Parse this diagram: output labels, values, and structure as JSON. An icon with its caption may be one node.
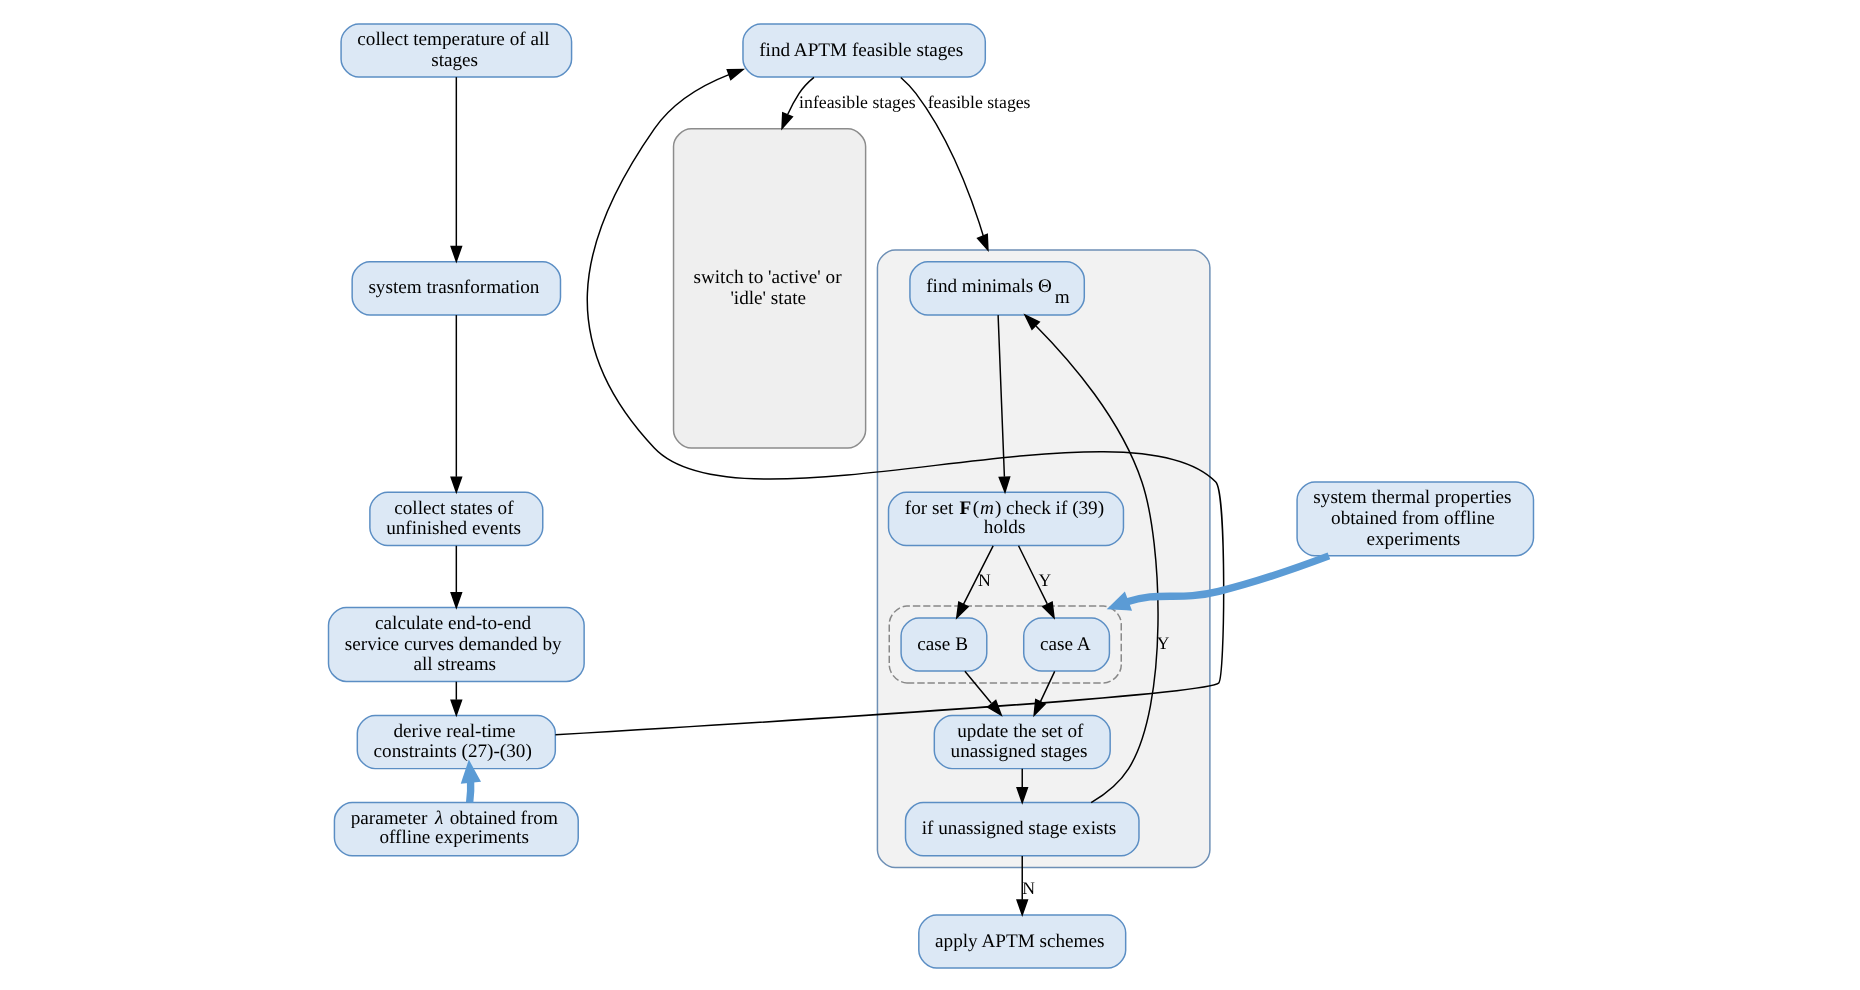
{
  "diagram": {
    "nodes": [
      {
        "text": [
          "collect temperature of all stages"
        ]
      },
      {
        "text": [
          "system trasnformation"
        ]
      },
      {
        "text": [
          "collect states of unfinished events"
        ]
      },
      {
        "text": [
          "calculate end-to-end service curves demanded by all streams"
        ]
      },
      {
        "text": [
          "derive real-time constraints (27)-(30)"
        ]
      },
      {
        "text": [
          "parameter *λ* obtained from offline experiments"
        ]
      },
      {
        "text": [
          "find APTM feasible stages"
        ]
      },
      {
        "text": [
          "switch to 'active' or 'idle' state"
        ]
      },
      {
        "text": [],
        "shape": "box"
      },
      {
        "text": [
          "find minimals Θ$_{m}$"
        ],
        "in": 8
      },
      {
        "text": [
          "for set **F**(*m*) check if (39) holds"
        ],
        "in": 8
      },
      {
        "text": [],
        "shape": "box",
        "in": 8
      },
      {
        "text": [
          "case A"
        ],
        "in": 11
      },
      {
        "text": [
          "case B"
        ],
        "in": 11
      },
      {
        "text": [
          "update the set of unassigned stages"
        ],
        "in": 8
      },
      {
        "text": [
          "if unassigned stage exists"
        ],
        "in": 8
      },
      {
        "text": [
          "system thermal properties obtained from offline experiments"
        ]
      },
      {
        "text": [
          "apply APTM schemes"
        ]
      }
    ],
    "edges": [
      {
        "from": 0,
        "to": 1,
        "arrow": "to"
      },
      {
        "from": 1,
        "to": 2,
        "arrow": "to"
      },
      {
        "from": 2,
        "to": 3,
        "arrow": "to"
      },
      {
        "from": 3,
        "to": 4,
        "arrow": "to"
      },
      {
        "from": 5,
        "to": 4,
        "arrow": "to",
        "style": "thick",
        "color": "#5b9bd5"
      },
      {
        "from": 4,
        "to": 6,
        "arrow": "to"
      },
      {
        "from": 6,
        "to": 7,
        "arrow": "to",
        "label": "infeasible stages"
      },
      {
        "from": 6,
        "to": 8,
        "arrow": "to",
        "label": "feasible stages"
      },
      {
        "from": 9,
        "to": 10,
        "arrow": "to"
      },
      {
        "from": 10,
        "to": 12,
        "arrow": "to",
        "label": "Y"
      },
      {
        "from": 10,
        "to": 13,
        "arrow": "to",
        "label": "N"
      },
      {
        "from": 12,
        "to": 14,
        "arrow": "to"
      },
      {
        "from": 13,
        "to": 14,
        "arrow": "to"
      },
      {
        "from": 14,
        "to": 15,
        "arrow": "to"
      },
      {
        "from": 15,
        "to": 9,
        "arrow": "to",
        "label": "Y"
      },
      {
        "from": 15,
        "to": 17,
        "arrow": "to",
        "label": "N"
      },
      {
        "from": 16,
        "to": 11,
        "arrow": "to",
        "style": "thick",
        "color": "#5b9bd5"
      }
    ]
  }
}
